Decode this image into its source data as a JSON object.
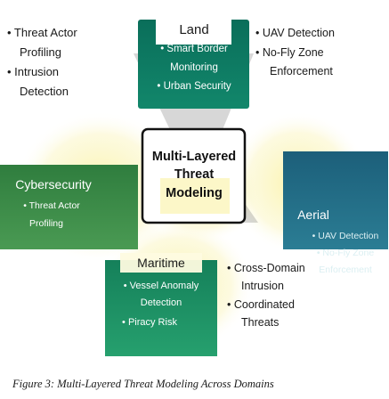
{
  "center": {
    "title_lines": [
      "Multi-Layered",
      "Threat",
      "Modeling"
    ]
  },
  "land": {
    "title": "Land",
    "items": [
      "• Smart Border",
      "Monitoring",
      "• Urban Security"
    ]
  },
  "aerial": {
    "title": "Aerial",
    "items": [
      "• UAV Detection",
      "• No-Fly Zone",
      "Enforcement"
    ]
  },
  "cyber": {
    "title": "Cybersecurity",
    "items": [
      "• Threat Actor",
      "Profiling"
    ]
  },
  "maritime": {
    "title": "Maritime",
    "items": [
      "• Vessel Anomaly",
      "Detection",
      "• Piracy Risk"
    ]
  },
  "annotations": {
    "top_left": [
      "• Threat Actor",
      "Profiling",
      "• Intrusion",
      "Detection"
    ],
    "top_right": [
      "• UAV Detection",
      "• No-Fly Zone",
      "Enforcement"
    ],
    "bottom_right": [
      "• Cross-Domain",
      "Intrusion",
      "• Coordinated",
      "Threats"
    ]
  },
  "caption": "Figure 3: Multi-Layered Threat Modeling Across Domains",
  "colors": {
    "land": "#0b7a63",
    "aerial": "#1f6f8b",
    "cyber": "#3a8c4a",
    "maritime": "#1c8c63",
    "center_border": "#111111",
    "center_fill": "#ffffff"
  }
}
